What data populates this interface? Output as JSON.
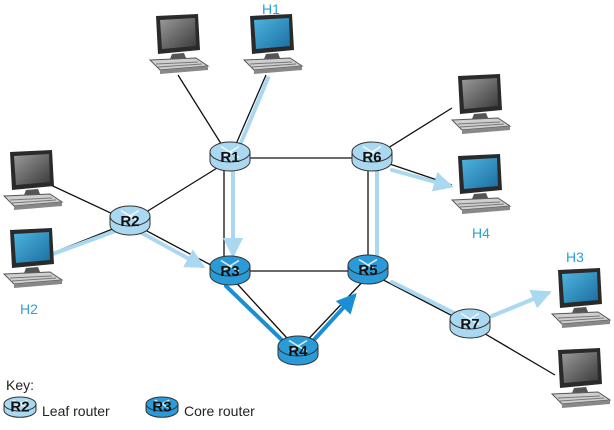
{
  "routers": [
    {
      "id": "R1",
      "label": "R1",
      "kind": "leaf"
    },
    {
      "id": "R2",
      "label": "R2",
      "kind": "leaf"
    },
    {
      "id": "R3",
      "label": "R3",
      "kind": "core"
    },
    {
      "id": "R4",
      "label": "R4",
      "kind": "core"
    },
    {
      "id": "R5",
      "label": "R5",
      "kind": "core"
    },
    {
      "id": "R6",
      "label": "R6",
      "kind": "leaf"
    },
    {
      "id": "R7",
      "label": "R7",
      "kind": "leaf"
    }
  ],
  "hosts": [
    {
      "id": "H1",
      "label": "H1"
    },
    {
      "id": "H2",
      "label": "H2"
    },
    {
      "id": "H3",
      "label": "H3"
    },
    {
      "id": "H4",
      "label": "H4"
    }
  ],
  "links": [
    [
      "R1",
      "R2"
    ],
    [
      "R1",
      "R6"
    ],
    [
      "R1",
      "R3"
    ],
    [
      "R2",
      "R3"
    ],
    [
      "R3",
      "R5"
    ],
    [
      "R6",
      "R5"
    ],
    [
      "R3",
      "R4"
    ],
    [
      "R4",
      "R5"
    ],
    [
      "R5",
      "R7"
    ]
  ],
  "host_links": [
    [
      "pc-tl",
      "R1"
    ],
    [
      "H1",
      "R1"
    ],
    [
      "pc-l1",
      "R2"
    ],
    [
      "H2",
      "R2"
    ],
    [
      "pc-r6",
      "R6"
    ],
    [
      "H4",
      "R6"
    ],
    [
      "H3",
      "R7"
    ],
    [
      "pc-br",
      "R7"
    ]
  ],
  "paths": {
    "leaf_path_color": "#a9d8f0",
    "core_path_color": "#1a8fd6"
  },
  "key": {
    "title": "Key:",
    "leaf_symbol": "R2",
    "leaf_text": "Leaf router",
    "core_symbol": "R3",
    "core_text": "Core router"
  },
  "colors": {
    "leaf_router": "#a9d8f0",
    "core_router": "#2a9bd8",
    "host_label": "#29a3d8",
    "link": "#111111"
  }
}
